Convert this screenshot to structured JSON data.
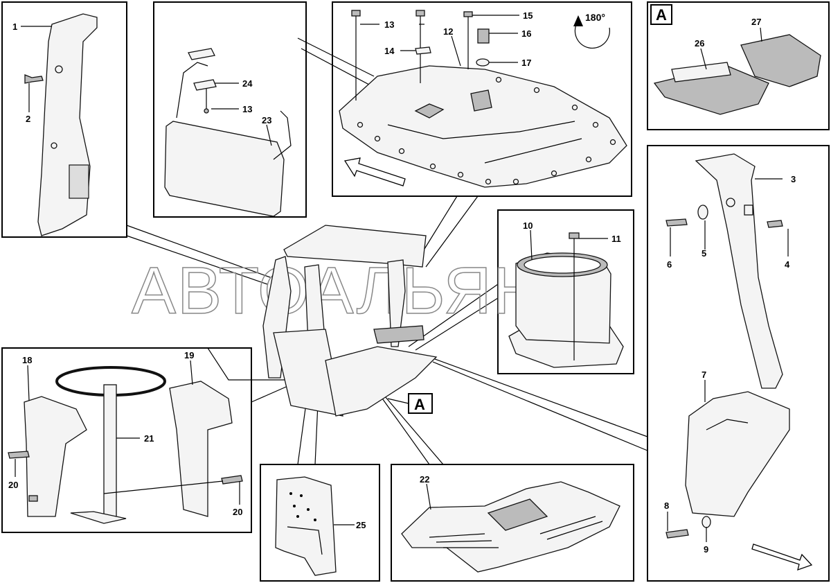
{
  "watermark": "АВТОАЛЬЯНС",
  "rotation_note": "180°",
  "section_marker": "A",
  "callouts": {
    "c1": "1",
    "c2": "2",
    "c3": "3",
    "c4": "4",
    "c5": "5",
    "c6": "6",
    "c7": "7",
    "c8": "8",
    "c9": "9",
    "c10": "10",
    "c11": "11",
    "c12": "12",
    "c13a": "13",
    "c13b": "13",
    "c14": "14",
    "c15": "15",
    "c16": "16",
    "c17": "17",
    "c18": "18",
    "c19": "19",
    "c20a": "20",
    "c20b": "20",
    "c21": "21",
    "c22": "22",
    "c23": "23",
    "c24": "24",
    "c25": "25",
    "c26": "26",
    "c27": "27"
  }
}
